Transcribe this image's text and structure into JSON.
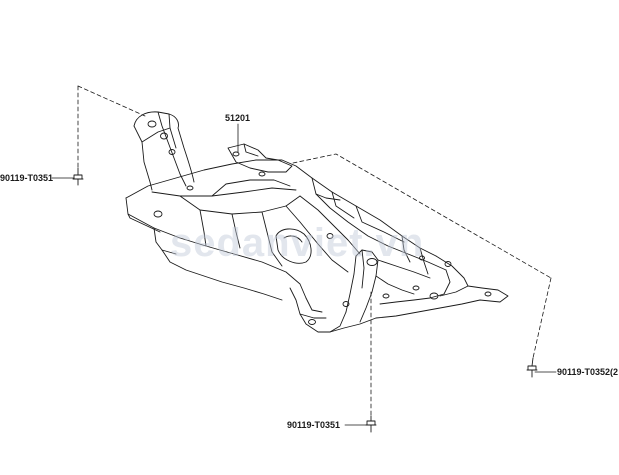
{
  "diagram": {
    "colors": {
      "line": "#1a1a1a",
      "background": "#ffffff",
      "watermark": "#bec8d7"
    },
    "watermark": "sedanviet.vn",
    "labels": {
      "part_main": "51201",
      "bolt_left": "90119-T0351",
      "bolt_bottom": "90119-T0351",
      "bolt_right": "90119-T0352(2"
    }
  }
}
